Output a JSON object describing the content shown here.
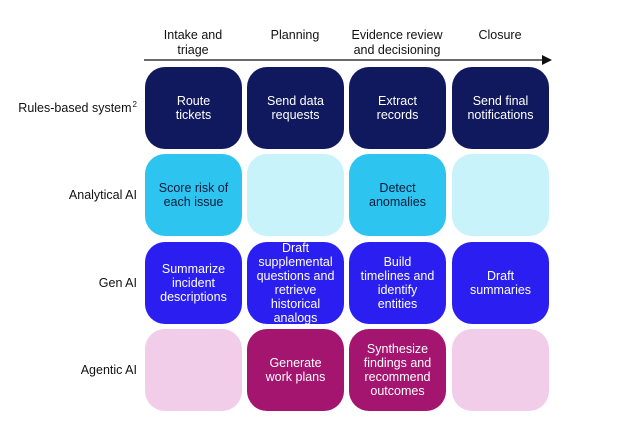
{
  "columns": [
    {
      "label": "Intake and\ntriage"
    },
    {
      "label": "Planning"
    },
    {
      "label": "Evidence review\nand decisioning"
    },
    {
      "label": "Closure"
    }
  ],
  "rows": [
    {
      "label": "Rules-based system",
      "sup": "2",
      "fill": "#10185e",
      "text_color": "#ffffff",
      "cells": [
        "Route\ntickets",
        "Send data\nrequests",
        "Extract\nrecords",
        "Send final\nnotifications"
      ]
    },
    {
      "label": "Analytical AI",
      "sup": "",
      "fill": "#2ec4f0",
      "empty_fill": "#c8f3fb",
      "text_color": "#0b1a3a",
      "cells": [
        "Score risk of\neach issue",
        "",
        "Detect\nanomalies",
        ""
      ]
    },
    {
      "label": "Gen AI",
      "sup": "",
      "fill": "#2a1ff0",
      "text_color": "#ffffff",
      "cells": [
        "Summarize\nincident\ndescriptions",
        "Draft\nsupplemental\nquestions and\nretrieve\nhistorical\nanalogs",
        "Build\ntimelines and\nidentify\nentities",
        "Draft\nsummaries"
      ]
    },
    {
      "label": "Agentic AI",
      "sup": "",
      "fill": "#a3156e",
      "empty_fill": "#f2cdea",
      "text_color": "#ffffff",
      "cells": [
        "",
        "Generate\nwork plans",
        "Synthesize\nfindings and\nrecommend\noutcomes",
        ""
      ]
    }
  ]
}
